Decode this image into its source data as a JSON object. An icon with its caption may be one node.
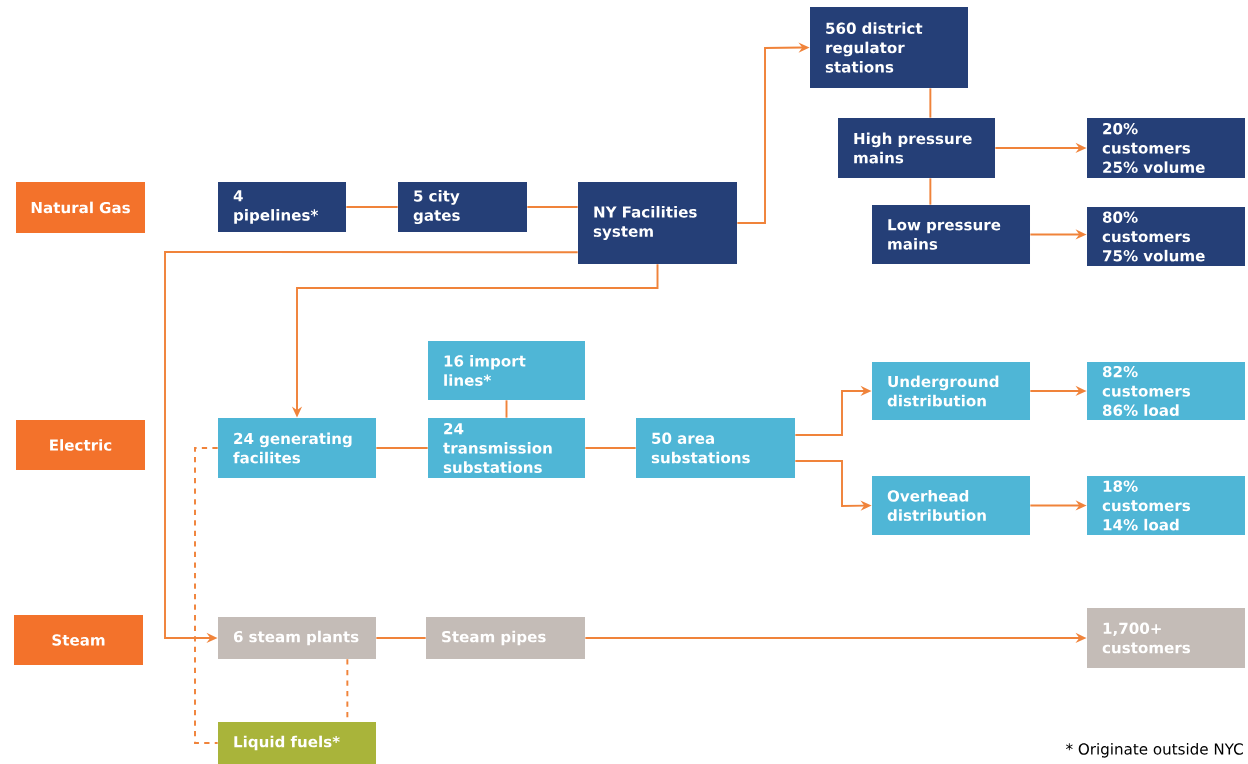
{
  "diagram": {
    "nodes": [
      {
        "text": [
          "Natural Gas"
        ]
      },
      {
        "text": [
          "Electric"
        ]
      },
      {
        "text": [
          "Steam"
        ]
      },
      {
        "text": [
          "4 pipelines*"
        ]
      },
      {
        "text": [
          "5 city gates"
        ]
      },
      {
        "text": [
          "NY Facilities system"
        ]
      },
      {
        "text": [
          "560 district regulator stations"
        ]
      },
      {
        "text": [
          "High pressure mains"
        ]
      },
      {
        "text": [
          "20% customers 25% volume"
        ]
      },
      {
        "text": [
          "Low pressure mains"
        ]
      },
      {
        "text": [
          "80% customers 75% volume"
        ]
      },
      {
        "text": [
          "16 import lines*"
        ]
      },
      {
        "text": [
          "24 generating facilites"
        ]
      },
      {
        "text": [
          "24 transmission substations"
        ]
      },
      {
        "text": [
          "50 area substations"
        ]
      },
      {
        "text": [
          "Underground distribution"
        ]
      },
      {
        "text": [
          "82% customers 86% load"
        ]
      },
      {
        "text": [
          "Overhead distribution"
        ]
      },
      {
        "text": [
          "18% customers 14% load"
        ]
      },
      {
        "text": [
          "6 steam plants"
        ]
      },
      {
        "text": [
          "Steam pipes"
        ]
      },
      {
        "text": [
          "1,700+ customers"
        ]
      },
      {
        "text": [
          "Liquid fuels*"
        ]
      }
    ],
    "edges": [
      {
        "from": 3,
        "to": 4,
        "arrow": "none"
      },
      {
        "from": 4,
        "to": 5,
        "arrow": "none"
      },
      {
        "from": 5,
        "to": 6,
        "arrow": "to"
      },
      {
        "from": 6,
        "to": 7,
        "arrow": "none"
      },
      {
        "from": 7,
        "to": 8,
        "arrow": "to"
      },
      {
        "from": 7,
        "to": 9,
        "arrow": "none"
      },
      {
        "from": 9,
        "to": 10,
        "arrow": "to"
      },
      {
        "from": 5,
        "to": 12,
        "arrow": "to"
      },
      {
        "from": 5,
        "to": 19,
        "arrow": "to"
      },
      {
        "from": 11,
        "to": 13,
        "arrow": "none"
      },
      {
        "from": 12,
        "to": 13,
        "arrow": "none"
      },
      {
        "from": 13,
        "to": 14,
        "arrow": "none"
      },
      {
        "from": 14,
        "to": 15,
        "arrow": "to"
      },
      {
        "from": 14,
        "to": 17,
        "arrow": "to"
      },
      {
        "from": 15,
        "to": 16,
        "arrow": "to"
      },
      {
        "from": 17,
        "to": 18,
        "arrow": "to"
      },
      {
        "from": 19,
        "to": 20,
        "arrow": "none"
      },
      {
        "from": 20,
        "to": 21,
        "arrow": "to"
      },
      {
        "from": 12,
        "to": 22,
        "arrow": "none",
        "style": "dashed"
      },
      {
        "from": 19,
        "to": 22,
        "arrow": "none",
        "style": "dashed"
      }
    ],
    "labels": [
      "* Originate outside NYC"
    ]
  }
}
